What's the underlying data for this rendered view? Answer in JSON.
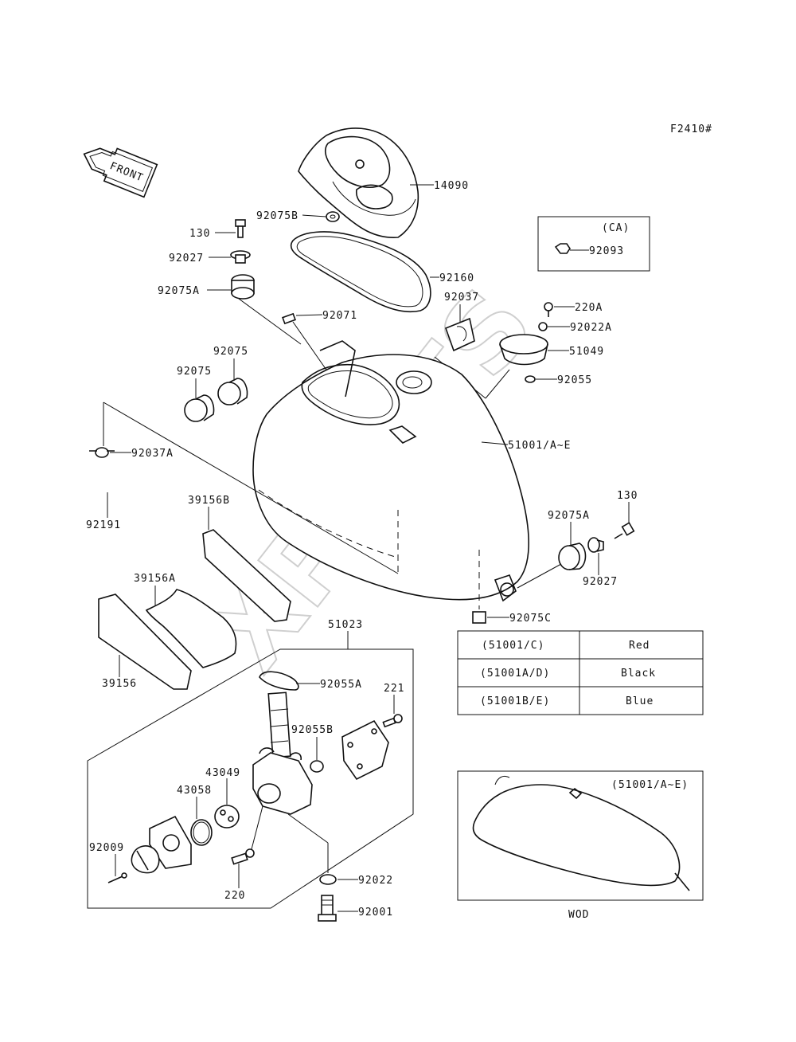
{
  "figure_id": "F2410#",
  "front_label": "FRONT",
  "watermark": "XPARTS",
  "parts": {
    "p14090": "14090",
    "p92075B": "92075B",
    "p130a": "130",
    "p92027a": "92027",
    "p92075Aa": "92075A",
    "p92160": "92160",
    "p92037": "92037",
    "p92071": "92071",
    "p220A": "220A",
    "p92022A": "92022A",
    "p51049": "51049",
    "p92055": "92055",
    "p92075a": "92075",
    "p92075b": "92075",
    "p92037A": "92037A",
    "p51001": "51001/A~E",
    "p92191": "92191",
    "p39156B": "39156B",
    "p39156A": "39156A",
    "p39156": "39156",
    "p130b": "130",
    "p92075Ab": "92075A",
    "p92027b": "92027",
    "p92075C": "92075C",
    "p51023": "51023",
    "p92055A": "92055A",
    "p221": "221",
    "p92055B": "92055B",
    "p43049": "43049",
    "p43058": "43058",
    "p92009": "92009",
    "p220": "220",
    "p92022": "92022",
    "p92001": "92001"
  },
  "ca_box": {
    "title": "(CA)",
    "part": "92093"
  },
  "color_table": {
    "rows": [
      {
        "code": "(51001/C)",
        "color": "Red"
      },
      {
        "code": "(51001A/D)",
        "color": "Black"
      },
      {
        "code": "(51001B/E)",
        "color": "Blue"
      }
    ]
  },
  "wod_box": {
    "label": "(51001/A~E)",
    "caption": "WOD"
  }
}
